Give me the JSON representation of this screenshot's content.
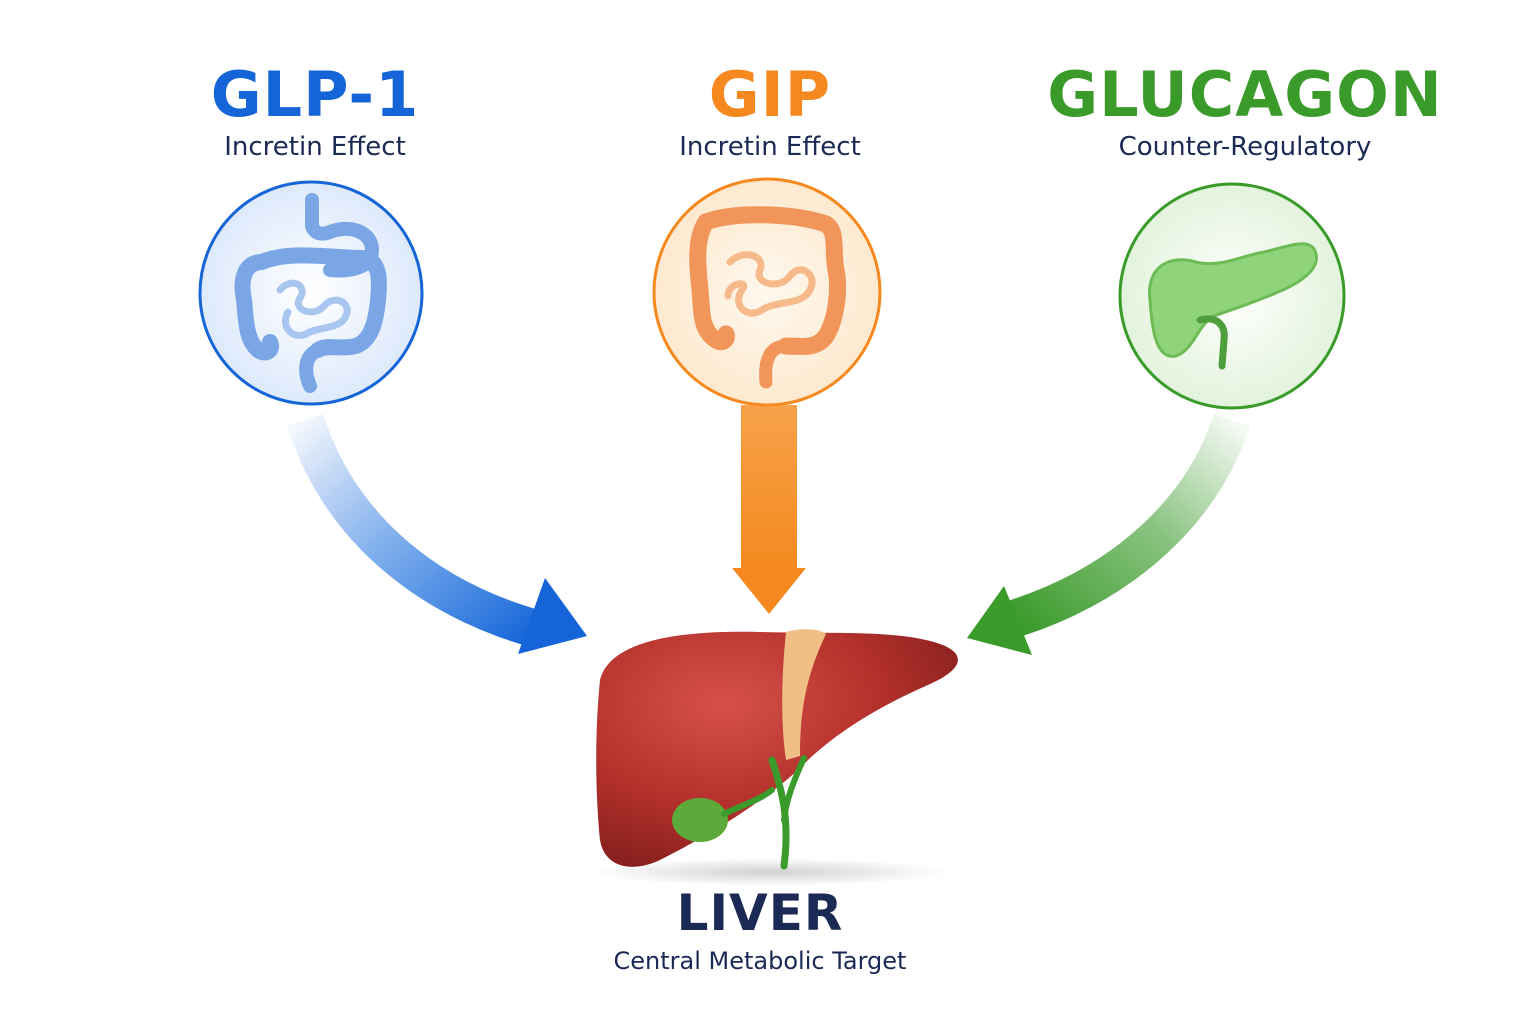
{
  "colors": {
    "glp1": "#1565d8",
    "gip": "#f5891f",
    "glucagon": "#3a9a2a",
    "liver_title": "#1b2a55"
  },
  "nodes": {
    "glp1": {
      "title": "GLP-1",
      "subtitle": "Incretin Effect",
      "icon": "intestines-icon"
    },
    "gip": {
      "title": "GIP",
      "subtitle": "Incretin Effect",
      "icon": "intestines-icon"
    },
    "glucagon": {
      "title": "GLUCAGON",
      "subtitle": "Counter-Regulatory",
      "icon": "pancreas-icon"
    },
    "liver": {
      "title": "LIVER",
      "subtitle": "Central Metabolic Target",
      "icon": "liver-icon"
    }
  },
  "edges": [
    {
      "from": "glp1",
      "to": "liver"
    },
    {
      "from": "gip",
      "to": "liver"
    },
    {
      "from": "glucagon",
      "to": "liver"
    }
  ]
}
